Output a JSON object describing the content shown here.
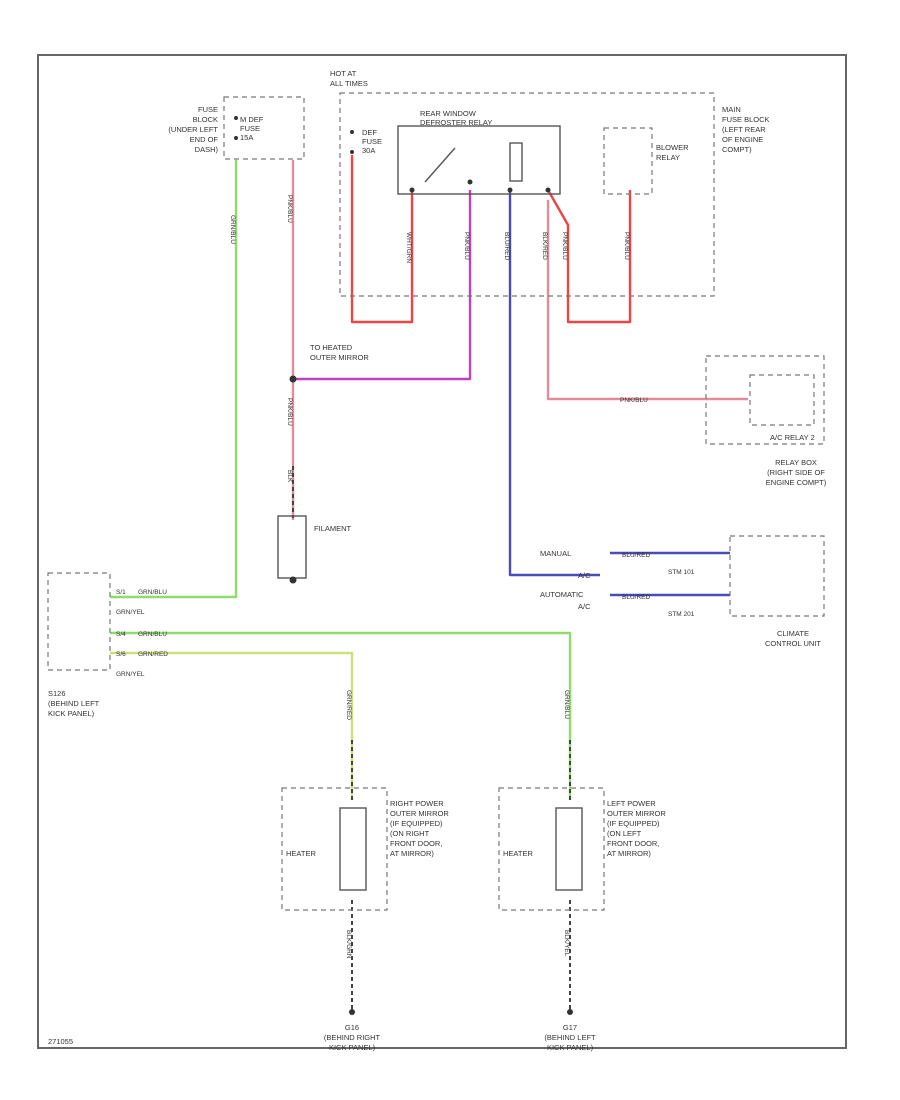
{
  "colors": {
    "green": "#8fdc6a",
    "pink": "#e48a9c",
    "red": "#ee4444",
    "purple": "#c040c0",
    "blue": "#4a4ab8",
    "yellow_green": "#cce07a",
    "black": "#444444"
  },
  "labels": {
    "fuse_block_left": [
      "FUSE",
      "BLOCK",
      "(UNDER LEFT",
      "END OF",
      "DASH)"
    ],
    "fuse_left": [
      "M DEF",
      "FUSE",
      "15A"
    ],
    "hot_at": [
      "HOT AT",
      "ALL TIMES"
    ],
    "def_fuse": [
      "DEF",
      "FUSE",
      "30A"
    ],
    "relay": [
      "REAR WINDOW",
      "DEFROSTER RELAY"
    ],
    "blower_relay": [
      "BLOWER",
      "RELAY"
    ],
    "main_fuse_block": [
      "MAIN",
      "FUSE BLOCK",
      "(LEFT REAR",
      "OF ENGINE",
      "COMPT)"
    ],
    "heated_mirror": [
      "TO HEATED",
      "OUTER MIRROR"
    ],
    "filament": "FILAMENT",
    "ac_relay": "A/C RELAY 2",
    "relay_box": [
      "RELAY BOX",
      "(RIGHT SIDE OF",
      "ENGINE COMPT)"
    ],
    "manual": "MANUAL",
    "manual_ac": "A/C",
    "automatic": "AUTOMATIC",
    "automatic_ac": "A/C",
    "climate": [
      "CLIMATE",
      "CONTROL UNIT"
    ],
    "s126": [
      "S126",
      "(BEHIND LEFT",
      "KICK PANEL)"
    ],
    "heater_right": "HEATER",
    "heater_left": "HEATER",
    "right_mirror": [
      "RIGHT POWER",
      "OUTER MIRROR",
      "(IF EQUIPPED)",
      "(ON RIGHT",
      "FRONT DOOR,",
      "AT MIRROR)"
    ],
    "left_mirror": [
      "LEFT POWER",
      "OUTER MIRROR",
      "(IF EQUIPPED)",
      "(ON LEFT",
      "FRONT DOOR,",
      "AT MIRROR)"
    ],
    "g16": [
      "G16",
      "(BEHIND RIGHT",
      "KICK PANEL)"
    ],
    "g17": [
      "G17",
      "(BEHIND LEFT",
      "KICK PANEL)"
    ],
    "footer": "271055"
  },
  "wire_labels": {
    "green_vert": "GRN/BLU",
    "pink_vert": "PNK/BLU",
    "red_vert": "WHT/GRN",
    "purple_vert": "PNK/BLU",
    "blue_vert": "BLU/RED",
    "ac_left": "BLK/RED",
    "ac_right": "PNK/BLU",
    "pink_mid": "PNK/BLU",
    "black_fil": "BLK",
    "relay_wire": "PNK/BLU",
    "conn_blue_1": "BLU/RED",
    "conn_blue_2": "BLU/RED",
    "stm1": "STM 101",
    "stm2": "STM 201",
    "s126_1": "S/1",
    "s126_1w": "GRN/BLU",
    "s126_2": "GRN/YEL",
    "s126_3": "S/4",
    "s126_3w": "GRN/BLU",
    "s126_4": "S/6",
    "s126_4w": "GRN/RED",
    "s126_5": "GRN/YEL",
    "right_green": "GRN/RED",
    "left_green": "GRN/BLU",
    "right_black": "BLK/GRN",
    "left_black": "BLK/YEL"
  }
}
